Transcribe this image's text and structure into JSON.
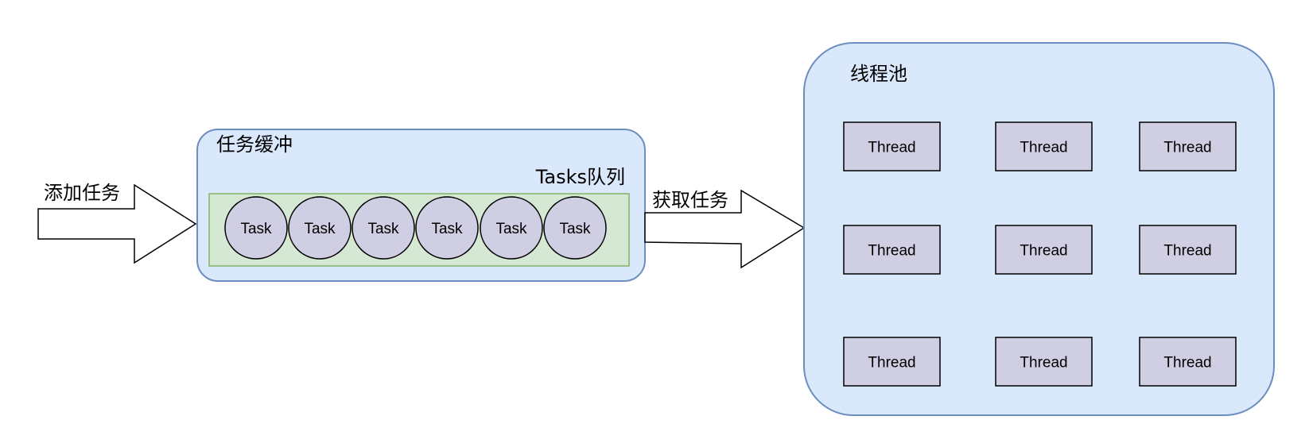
{
  "input_arrow": {
    "label": "添加任务"
  },
  "buffer": {
    "title": "任务缓冲",
    "queue_label": "Tasks队列",
    "tasks": [
      "Task",
      "Task",
      "Task",
      "Task",
      "Task",
      "Task"
    ]
  },
  "fetch_arrow": {
    "label": "获取任务"
  },
  "pool": {
    "title": "线程池",
    "threads": [
      "Thread",
      "Thread",
      "Thread",
      "Thread",
      "Thread",
      "Thread",
      "Thread",
      "Thread",
      "Thread"
    ]
  },
  "colors": {
    "container_fill": "#dae8fc",
    "container_stroke": "#6c8ebf",
    "queue_fill": "#d5e8d4",
    "queue_stroke": "#82b366",
    "node_fill": "#d0cee2",
    "node_stroke": "#000000"
  }
}
